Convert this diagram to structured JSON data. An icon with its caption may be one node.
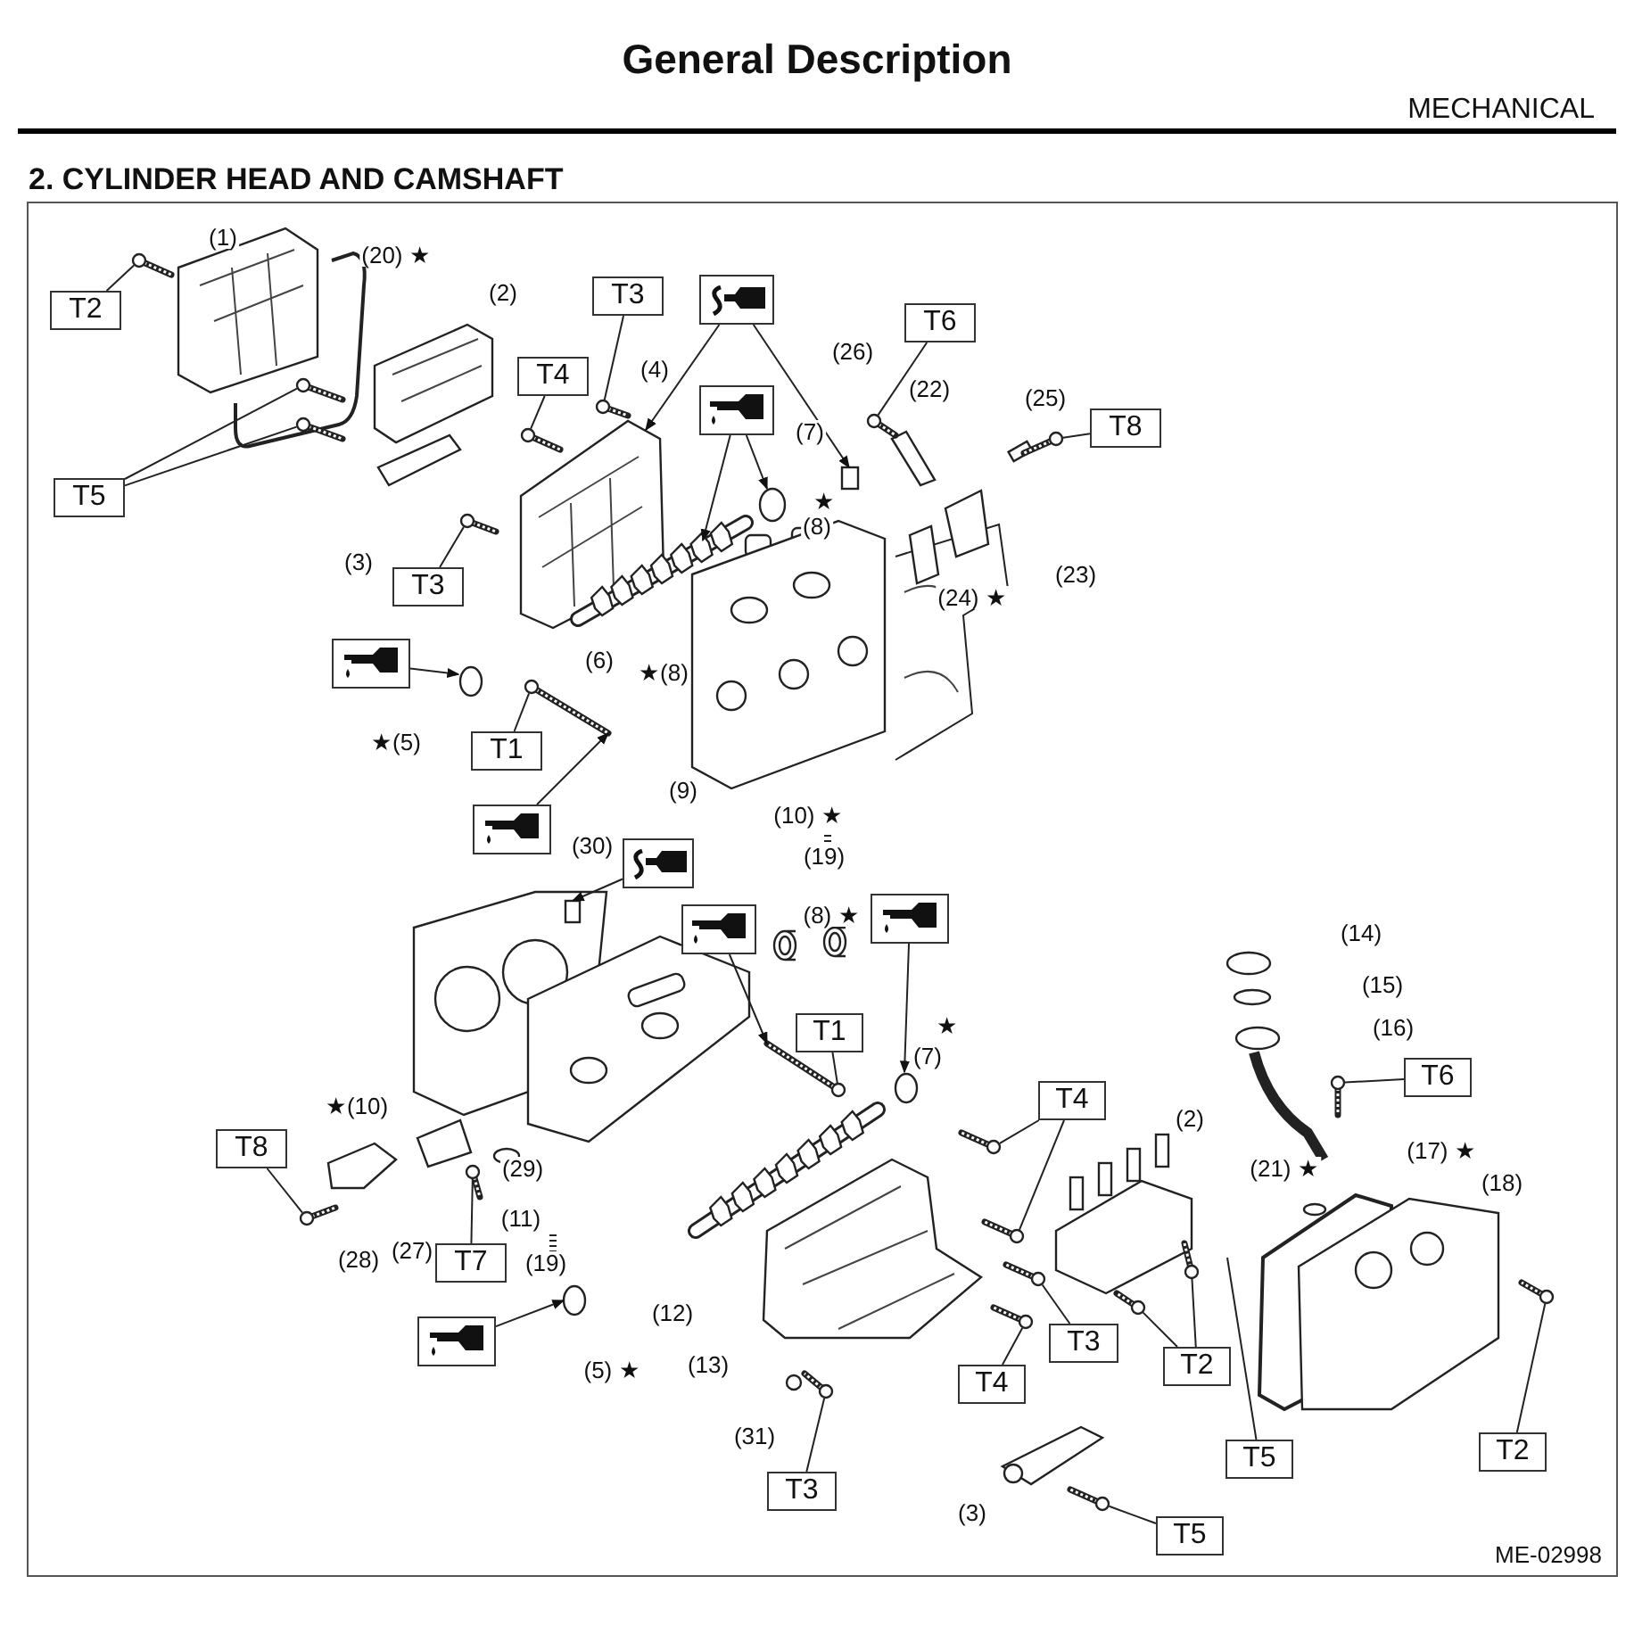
{
  "diagram": {
    "title": "General Description",
    "nodes": [
      {
        "text": [
          "T2"
        ]
      },
      {
        "text": [
          "T5"
        ]
      },
      {
        "text": [
          "T3"
        ]
      },
      {
        "text": [],
        "shape": "picture"
      },
      {
        "text": [
          "T4"
        ]
      },
      {
        "text": [],
        "shape": "picture"
      },
      {
        "text": [
          "T3"
        ]
      },
      {
        "text": [
          "T6"
        ]
      },
      {
        "text": [
          "T8"
        ]
      },
      {
        "text": [],
        "shape": "picture"
      },
      {
        "text": [
          "T1"
        ]
      },
      {
        "text": [],
        "shape": "picture"
      },
      {
        "text": [],
        "shape": "picture"
      },
      {
        "text": [],
        "shape": "picture"
      },
      {
        "text": [],
        "shape": "picture"
      },
      {
        "text": [
          "T1"
        ]
      },
      {
        "text": [
          "T4"
        ]
      },
      {
        "text": [
          "T6"
        ]
      },
      {
        "text": [
          "T8"
        ]
      },
      {
        "text": [
          "T7"
        ]
      },
      {
        "text": [],
        "shape": "picture"
      },
      {
        "text": [
          "T3"
        ]
      },
      {
        "text": [
          "T2"
        ]
      },
      {
        "text": [
          "T4"
        ]
      },
      {
        "text": [
          "T3"
        ]
      },
      {
        "text": [
          "T5"
        ]
      },
      {
        "text": [
          "T2"
        ]
      },
      {
        "text": [
          "T5"
        ]
      },
      {
        "text": [],
        "shape": "picture"
      },
      {
        "text": [],
        "shape": "picture"
      },
      {
        "text": [],
        "shape": "picture"
      },
      {
        "text": [],
        "shape": "picture"
      },
      {
        "text": [],
        "shape": "picture"
      },
      {
        "text": [],
        "shape": "box"
      },
      {
        "text": [],
        "shape": "picture"
      },
      {
        "text": [],
        "shape": "picture"
      },
      {
        "text": [],
        "shape": "circle"
      },
      {
        "text": [],
        "shape": "picture"
      },
      {
        "text": [],
        "shape": "picture"
      },
      {
        "text": [],
        "shape": "picture"
      },
      {
        "text": [],
        "shape": "circle"
      },
      {
        "text": [],
        "shape": "picture"
      },
      {
        "text": [],
        "shape": "box"
      },
      {
        "text": [],
        "shape": "picture"
      },
      {
        "text": [],
        "shape": "circle"
      },
      {
        "text": [],
        "shape": "picture"
      },
      {
        "text": [],
        "shape": "picture"
      },
      {
        "text": [],
        "shape": "picture"
      },
      {
        "text": [],
        "shape": "picture"
      },
      {
        "text": [],
        "shape": "picture"
      },
      {
        "text": [],
        "shape": "circle"
      },
      {
        "text": [],
        "shape": "picture"
      },
      {
        "text": [],
        "shape": "picture"
      },
      {
        "text": [],
        "shape": "picture"
      },
      {
        "text": [],
        "shape": "picture"
      },
      {
        "text": [],
        "shape": "picture"
      },
      {
        "text": [],
        "shape": "picture"
      },
      {
        "text": [],
        "shape": "picture"
      }
    ],
    "edges": [
      {
        "from": 0,
        "to": 28,
        "arrow": "none"
      },
      {
        "from": 1,
        "to": 29,
        "arrow": "none"
      },
      {
        "from": 1,
        "to": 30,
        "arrow": "none"
      },
      {
        "from": 2,
        "to": 31,
        "arrow": "none"
      },
      {
        "from": 3,
        "to": 32,
        "arrow": "to"
      },
      {
        "from": 3,
        "to": 33,
        "arrow": "to"
      },
      {
        "from": 4,
        "to": 34,
        "arrow": "none"
      },
      {
        "from": 5,
        "to": 35,
        "arrow": "to"
      },
      {
        "from": 5,
        "to": 36,
        "arrow": "to"
      },
      {
        "from": 6,
        "to": 37,
        "arrow": "none"
      },
      {
        "from": 7,
        "to": 38,
        "arrow": "none"
      },
      {
        "from": 8,
        "to": 39,
        "arrow": "none"
      },
      {
        "from": 9,
        "to": 40,
        "arrow": "to"
      },
      {
        "from": 10,
        "to": 41,
        "arrow": "none"
      },
      {
        "from": 11,
        "to": 41,
        "arrow": "to"
      },
      {
        "from": 12,
        "to": 42,
        "arrow": "to"
      },
      {
        "from": 13,
        "to": 43,
        "arrow": "to"
      },
      {
        "from": 14,
        "to": 44,
        "arrow": "to"
      },
      {
        "from": 15,
        "to": 43,
        "arrow": "none"
      },
      {
        "from": 16,
        "to": 45,
        "arrow": "none"
      },
      {
        "from": 16,
        "to": 46,
        "arrow": "none"
      },
      {
        "from": 17,
        "to": 47,
        "arrow": "none"
      },
      {
        "from": 18,
        "to": 48,
        "arrow": "none"
      },
      {
        "from": 19,
        "to": 49,
        "arrow": "none"
      },
      {
        "from": 20,
        "to": 50,
        "arrow": "to"
      },
      {
        "from": 21,
        "to": 51,
        "arrow": "none"
      },
      {
        "from": 22,
        "to": 52,
        "arrow": "none"
      },
      {
        "from": 22,
        "to": 53,
        "arrow": "none"
      },
      {
        "from": 23,
        "to": 54,
        "arrow": "none"
      },
      {
        "from": 24,
        "to": 55,
        "arrow": "none"
      },
      {
        "from": 25,
        "to": null,
        "arrow": "none"
      },
      {
        "from": 26,
        "to": 56,
        "arrow": "none"
      },
      {
        "from": 27,
        "to": 57,
        "arrow": "none"
      }
    ],
    "labels": [
      "MECHANICAL",
      "2. CYLINDER HEAD AND CAMSHAFT",
      "(1)",
      "(20) ★",
      "(2)",
      "(4)",
      "(26)",
      "(22)",
      "(25)",
      "(7)",
      "★",
      "(8)",
      "(3)",
      "(23)",
      "(24) ★",
      "(6)",
      "★(8)",
      "★(5)",
      "(9)",
      "(10) ★",
      "(19)",
      "(30)",
      "(8) ★",
      "(14)",
      "(15)",
      "★",
      "(7)",
      "(16)",
      "★(10)",
      "(17) ★",
      "(29)",
      "(21) ★",
      "(18)",
      "(2)",
      "(11)",
      "(28)",
      "(27)",
      "(19)",
      "(12)",
      "(5) ★",
      "(13)",
      "(31)",
      "(3)",
      "ME-02998"
    ]
  }
}
